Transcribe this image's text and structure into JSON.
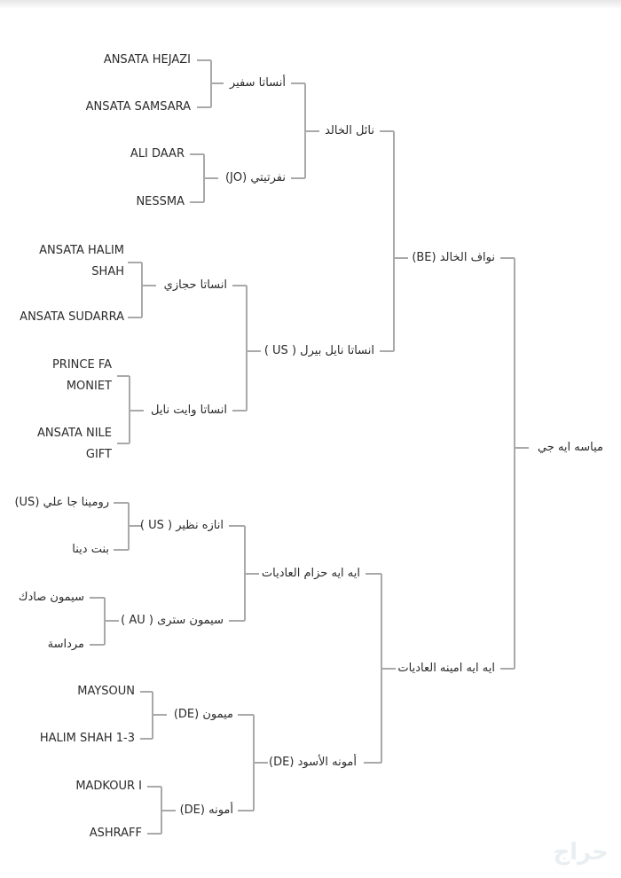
{
  "pedigree": {
    "root": "مياسه ايه جي",
    "sire": "نواف الخالد (BE)",
    "sire_sire": "نائل الخالد",
    "sire_sire_sire": "أنساتا سفير",
    "sire_sire_sire_sire": "ANSATA HEJAZI",
    "sire_sire_sire_dam": "ANSATA SAMSARA",
    "sire_sire_dam": "نفرتيتي (JO)",
    "sire_sire_dam_sire": "ALI DAAR",
    "sire_sire_dam_dam": "NESSMA",
    "sire_dam": "انساتا نايل بيرل ( US )",
    "sire_dam_sire": "انساتا حجازي",
    "sire_dam_sire_sire_l1": "ANSATA HALIM",
    "sire_dam_sire_sire_l2": "SHAH",
    "sire_dam_sire_dam": "ANSATA SUDARRA",
    "sire_dam_dam": "انساتا وايت نايل",
    "sire_dam_dam_sire_l1": "PRINCE FA",
    "sire_dam_dam_sire_l2": "MONIET",
    "sire_dam_dam_dam_l1": "ANSATA NILE",
    "sire_dam_dam_dam_l2": "GIFT",
    "dam": "ايه ايه امينه العاديات",
    "dam_sire": "ايه ايه حزام العاديات",
    "dam_sire_sire": "انازه نظير ( US )",
    "dam_sire_sire_sire": "رومينا جا علي (US)",
    "dam_sire_sire_dam": "بنت دينا",
    "dam_sire_dam": "سيمون سترى ( AU )",
    "dam_sire_dam_sire": "سيمون صادك",
    "dam_sire_dam_dam": "مرداسة",
    "dam_dam": "أمونه الأسود (DE)",
    "dam_dam_sire": "ميمون (DE)",
    "dam_dam_sire_sire": "MAYSOUN",
    "dam_dam_sire_dam": "HALIM SHAH 1-3",
    "dam_dam_dam": "أمونه (DE)",
    "dam_dam_dam_sire": "MADKOUR I",
    "dam_dam_dam_dam": "ASHRAFF"
  },
  "watermark": "حراج"
}
